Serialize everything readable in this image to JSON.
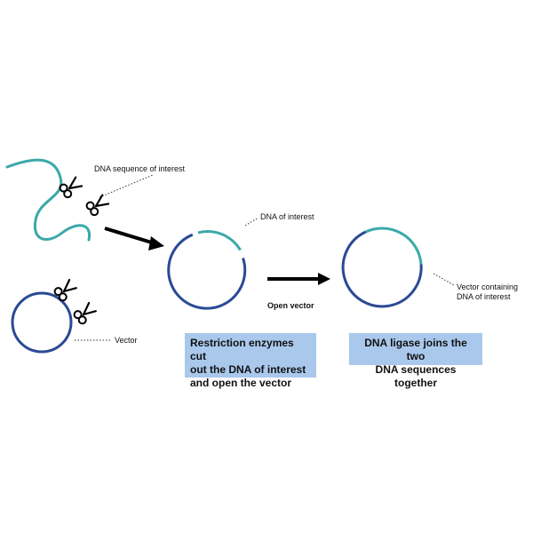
{
  "labels": {
    "dna_sequence_of_interest": "DNA sequence of interest",
    "dna_of_interest": "DNA of interest",
    "open_vector": "Open vector",
    "vector": "Vector",
    "vector_containing_line1": "Vector containing",
    "vector_containing_line2": "DNA of interest"
  },
  "captions": {
    "restriction": [
      "Restriction enzymes cut",
      "out the DNA of interest",
      "and open the vector"
    ],
    "ligase": [
      "DNA ligase joins the two",
      "DNA sequences together"
    ]
  },
  "colors": {
    "teal_dna": "#3aa9a9",
    "vector_blue": "#2a4a94",
    "arrow": "#000000",
    "caption_bg": "#a9c8ec"
  },
  "icons": [
    "scissors-icon"
  ]
}
